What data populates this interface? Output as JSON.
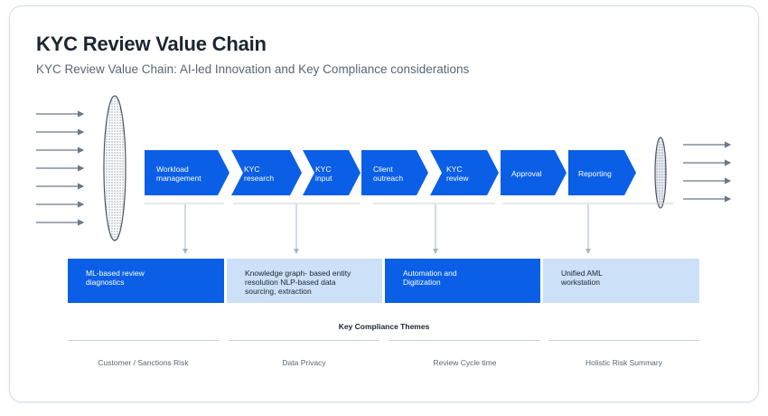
{
  "header": {
    "title": "KYC Review Value Chain",
    "subtitle": "KYC Review Value Chain: AI-led Innovation and Key Compliance considerations"
  },
  "stages": [
    {
      "line1": "Workload",
      "line2": "management"
    },
    {
      "line1": "KYC",
      "line2": "research"
    },
    {
      "line1": "KYC",
      "line2": "input"
    },
    {
      "line1": "Client",
      "line2": "outreach"
    },
    {
      "line1": "KYC",
      "line2": "review"
    },
    {
      "line1": "Approval",
      "line2": ""
    },
    {
      "line1": "Reporting",
      "line2": ""
    }
  ],
  "innovations": [
    {
      "line1": "ML-based review",
      "line2": "diagnostics",
      "line3": "",
      "style": "dark"
    },
    {
      "line1": "Knowledge graph- based entity",
      "line2": "resolution NLP-based data",
      "line3": "sourcing, extraction",
      "style": "light"
    },
    {
      "line1": "Automation and",
      "line2": "Digitization",
      "line3": "",
      "style": "dark"
    },
    {
      "line1": "Unified AML",
      "line2": "workstation",
      "line3": "",
      "style": "light"
    }
  ],
  "themes": {
    "title": "Key Compliance Themes",
    "items": [
      "Customer / Sanctions Risk",
      "Data Privacy",
      "Review Cycle time",
      "Holistic Risk Summary"
    ]
  },
  "colors": {
    "primary_blue": "#0a5fe6",
    "light_blue": "#cce0f7",
    "arrow_gray": "#6b7886",
    "connector_gray": "#a7b6c4"
  }
}
